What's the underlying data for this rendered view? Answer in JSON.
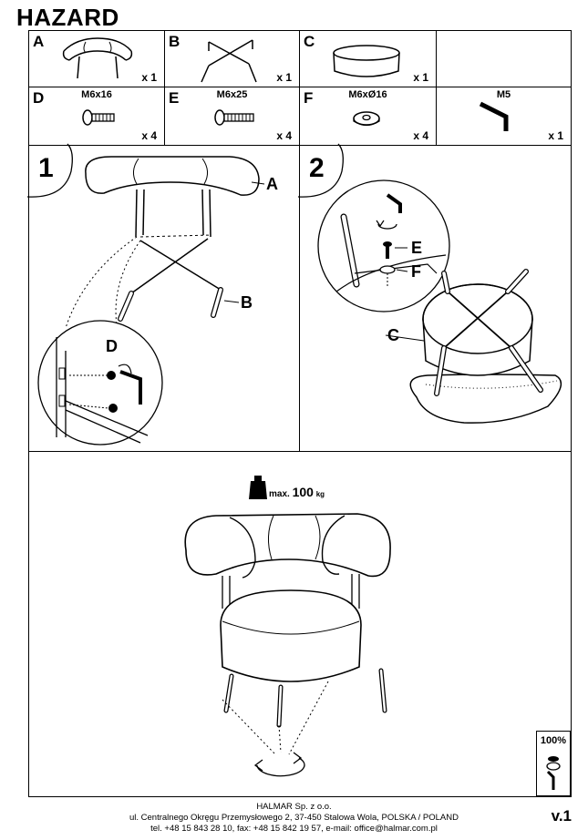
{
  "title": "HAZARD",
  "parts": [
    {
      "letter": "A",
      "qty": "x 1",
      "spec": "",
      "icon": "backrest-icon"
    },
    {
      "letter": "B",
      "qty": "x 1",
      "spec": "",
      "icon": "leg-frame-icon"
    },
    {
      "letter": "C",
      "qty": "x 1",
      "spec": "",
      "icon": "seat-cushion-icon"
    },
    {
      "letter": "D",
      "qty": "x 4",
      "spec": "M6x16",
      "icon": "short-bolt-icon"
    },
    {
      "letter": "E",
      "qty": "x 4",
      "spec": "M6x25",
      "icon": "long-bolt-icon"
    },
    {
      "letter": "F",
      "qty": "x 4",
      "spec": "M6xØ16",
      "icon": "washer-icon"
    },
    {
      "letter": "",
      "qty": "x 1",
      "spec": "M5",
      "icon": "hex-key-icon"
    }
  ],
  "steps": {
    "step1": {
      "number": "1",
      "callouts": {
        "a": "A",
        "b": "B",
        "d": "D"
      }
    },
    "step2": {
      "number": "2",
      "callouts": {
        "e": "E",
        "f": "F",
        "c": "C"
      }
    }
  },
  "load": {
    "prefix": "max.",
    "value": "100",
    "unit": "kg"
  },
  "tighten_badge": "100%",
  "footer": {
    "company": "HALMAR Sp. z o.o.",
    "address": "ul. Centralnego Okręgu Przemysłowego 2, 37-450 Stalowa Wola, POLSKA / POLAND",
    "contact": "tel. +48 15 843 28 10, fax: +48 15 842 19 57, e-mail: office@halmar.com.pl"
  },
  "version": "v.1"
}
